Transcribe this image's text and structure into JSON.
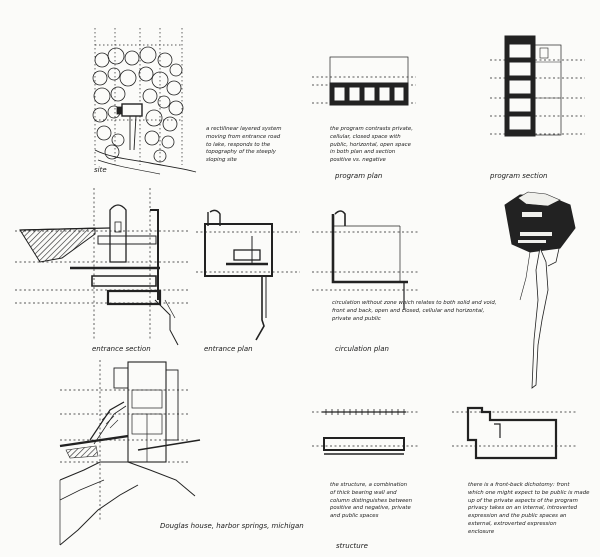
{
  "captions": {
    "site": "site",
    "program_plan": "program plan",
    "program_section": "program section",
    "entrance_section": "entrance section",
    "entrance_plan": "entrance plan",
    "circulation_plan": "circulation plan",
    "structure": "structure",
    "douglas_house": "Douglas house, harbor springs, michigan"
  },
  "notes": {
    "site": "a rectilinear layered system\nmoving from entrance road\nto lake, responds to the\ntopography of the steeply\nsloping site",
    "program": "the program contrasts private,\ncellular, closed space with\npublic, horizontal, open space\nin both plan and section\npositive vs. negative",
    "circulation": "circulation without zone which relates to both solid and void,\nfront and back, open and closed, cellular and horizontal,\nprivate and public",
    "structure": "the structure, a combination\nof thick bearing wall and\ncolumn distinguishes between\npositive and negative, private\nand public spaces",
    "front_back": "there is a front-back dichotomy: front\nwhich one might expect to be public is made\nup of the private aspects of the program\nprivacy takes on an internal, introverted\nexpression and the public spaces an\nexternal, extroverted expression\nenclosure"
  }
}
